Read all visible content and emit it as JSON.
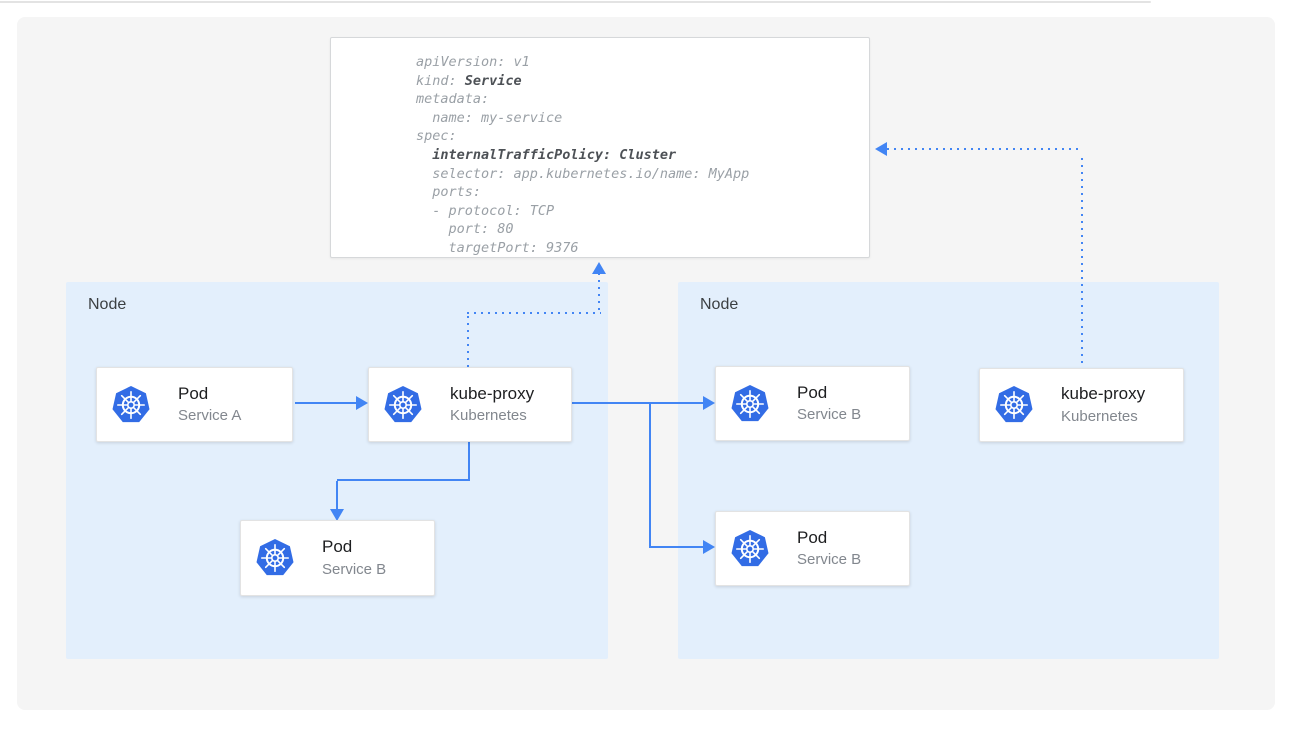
{
  "colors": {
    "accent_blue": "#4285f4",
    "kubernetes_blue": "#326ce5",
    "node_fill": "#e3effc",
    "panel_fill": "#f5f5f5",
    "card_title": "#1d1e20",
    "card_subtitle": "#82878e",
    "code_regular": "#9aa0a6",
    "code_bold": "#4d5156"
  },
  "yaml_card": {
    "lines": [
      {
        "pre": "apiVersion: v1"
      },
      {
        "pre": "kind: ",
        "bold": "Service"
      },
      {
        "pre": "metadata:"
      },
      {
        "pre": "  name: my-service"
      },
      {
        "pre": "spec:"
      },
      {
        "pre": "  ",
        "bold": "internalTrafficPolicy: Cluster"
      },
      {
        "pre": "  selector: app.kubernetes.io/name: MyApp"
      },
      {
        "pre": "  ports:"
      },
      {
        "pre": "  - protocol: TCP"
      },
      {
        "pre": "    port: 80"
      },
      {
        "pre": "    targetPort: 9376"
      }
    ]
  },
  "left_node": {
    "label": "Node"
  },
  "right_node": {
    "label": "Node"
  },
  "cards": {
    "pod_a": {
      "title": "Pod",
      "subtitle": "Service A"
    },
    "kube_proxy_left": {
      "title": "kube-proxy",
      "subtitle": "Kubernetes"
    },
    "pod_b_left": {
      "title": "Pod",
      "subtitle": "Service B"
    },
    "pod_b_right_top": {
      "title": "Pod",
      "subtitle": "Service B"
    },
    "pod_b_right_bottom": {
      "title": "Pod",
      "subtitle": "Service B"
    },
    "kube_proxy_right": {
      "title": "kube-proxy",
      "subtitle": "Kubernetes"
    }
  }
}
